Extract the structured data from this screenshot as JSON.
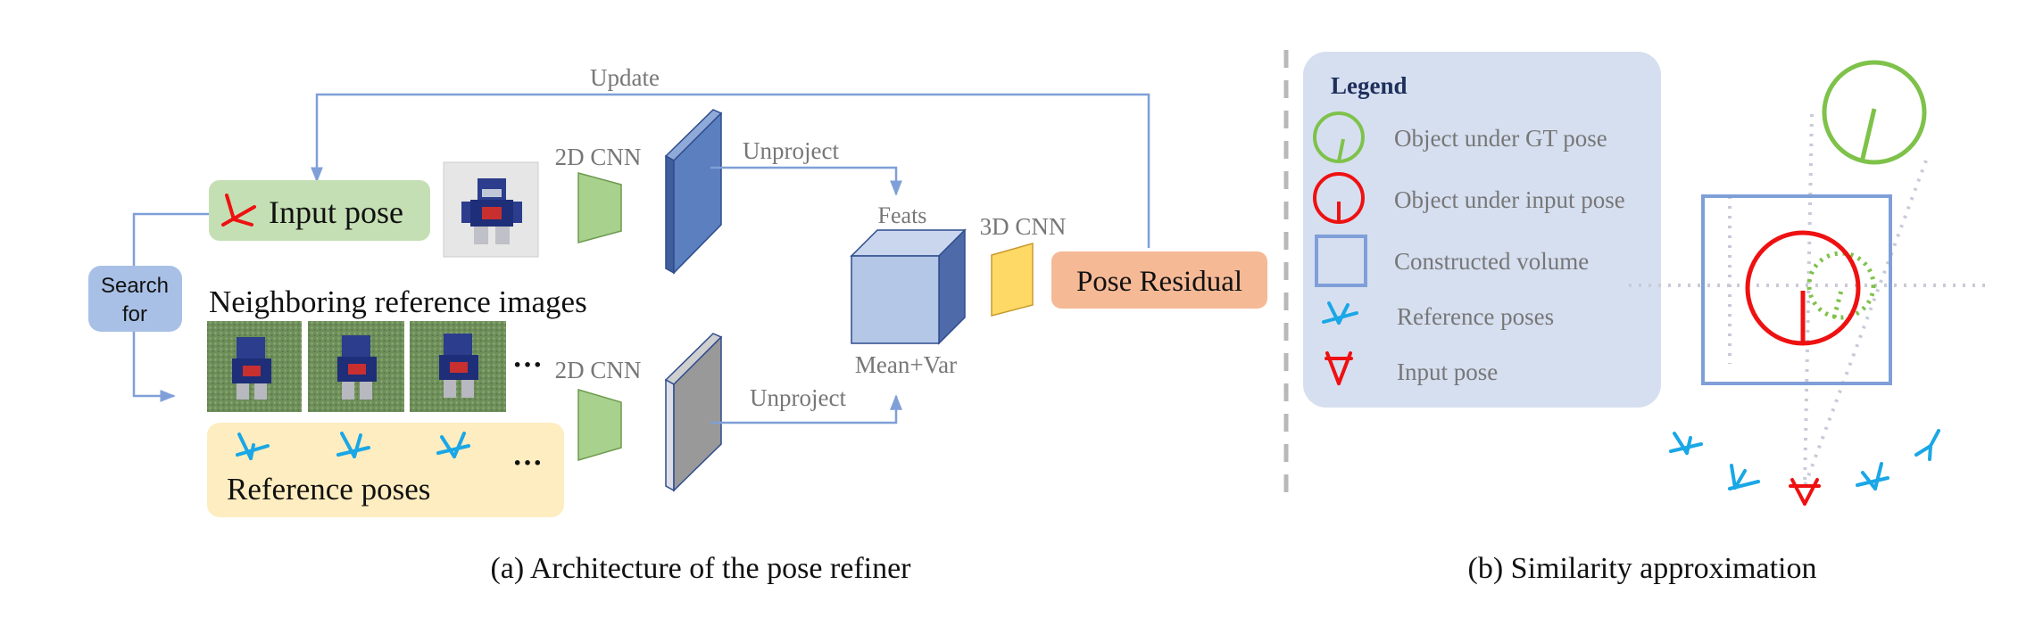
{
  "panel_a": {
    "caption": "(a) Architecture of the pose refiner",
    "update_label": "Update",
    "search_for_line1": "Search",
    "search_for_line2": "for",
    "input_pose_label": "Input pose",
    "neighboring_label": "Neighboring reference images",
    "reference_poses_label": "Reference poses",
    "ellipsis": "···",
    "cnn2d_top": "2D CNN",
    "cnn2d_bottom": "2D CNN",
    "unproject_top": "Unproject",
    "unproject_bottom": "Unproject",
    "feats_label": "Feats",
    "mean_var_label": "Mean+Var",
    "cnn3d_label": "3D CNN",
    "pose_residual_label": "Pose Residual"
  },
  "panel_b": {
    "caption": "(b) Similarity approximation",
    "legend_title": "Legend",
    "legend_items": [
      "Object under GT pose",
      "Object under input pose",
      "Constructed volume",
      "Reference poses",
      "Input pose"
    ]
  },
  "colors": {
    "arrow_blue": "#7f9fd8",
    "input_pose_box": "#c5dfb4",
    "search_box": "#a9c0e6",
    "reference_box": "#fdedc0",
    "pose_residual_box": "#f5b995",
    "cnn2d_trapezoid": "#a9d18e",
    "cnn3d_trapezoid": "#ffd966",
    "feature_map_blue": "#5b7fbf",
    "feature_map_gray": "#999999",
    "cube_front": "#b4c7e7",
    "legend_bg": "#d6dff0",
    "gt_green": "#7ec24a",
    "input_red": "#ee1111",
    "ref_cyan": "#1aa7e6",
    "volume_box": "#7f9fd8"
  }
}
